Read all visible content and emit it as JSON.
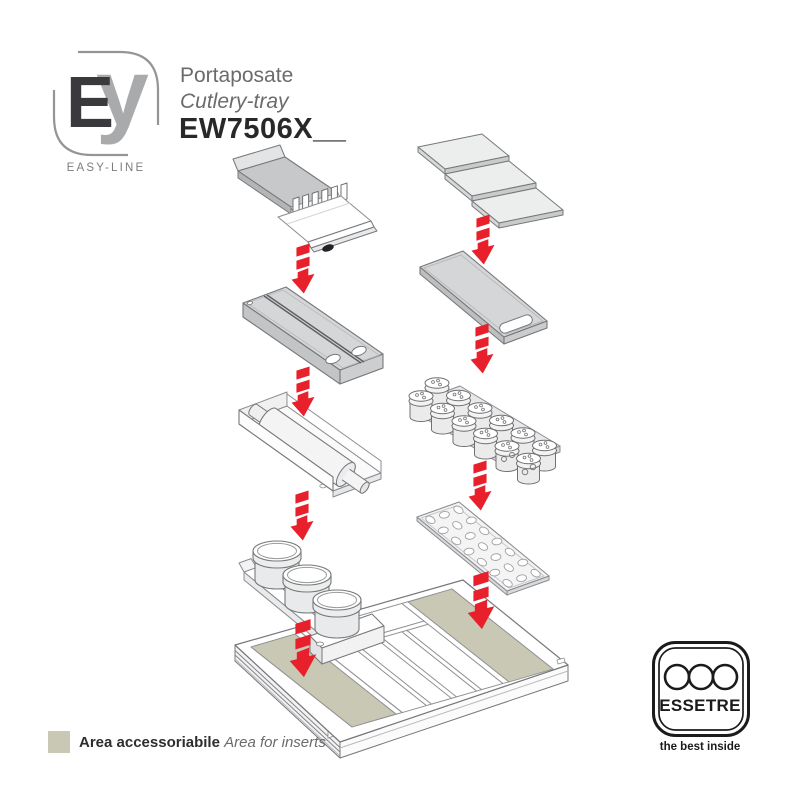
{
  "brand": {
    "letter_primary": "E",
    "letter_secondary": "y",
    "tagline": "EASY-LINE"
  },
  "header": {
    "product_name_it": "Portaposate",
    "product_name_en": "Cutlery-tray",
    "model_code": "EW7506X__"
  },
  "legend": {
    "swatch_color": "#c9c8b4",
    "label_it": "Area accessoriabile",
    "label_en": "Area for inserts"
  },
  "manufacturer": {
    "name": "ESSETRE",
    "slogan": "the best inside"
  },
  "colors": {
    "accent_red": "#e8202c",
    "insert_area_fill": "#c9c8b4",
    "part_fill_gray": "#d5d6d8",
    "outline_gray": "#77787a",
    "text_gray": "#6a6b6d",
    "text_dark": "#28282a"
  },
  "diagram": {
    "type": "exploded-assembly",
    "base": "cutlery-tray-base",
    "inserts_left_column": [
      "knife-block-insert",
      "knife-board-insert",
      "rolling-pin-holder",
      "round-containers-rail"
    ],
    "inserts_right_column": [
      "step-divider-panel",
      "cutting-board",
      "spice-jars-set",
      "grid-insert"
    ],
    "assembly_arrow_count": 8
  }
}
